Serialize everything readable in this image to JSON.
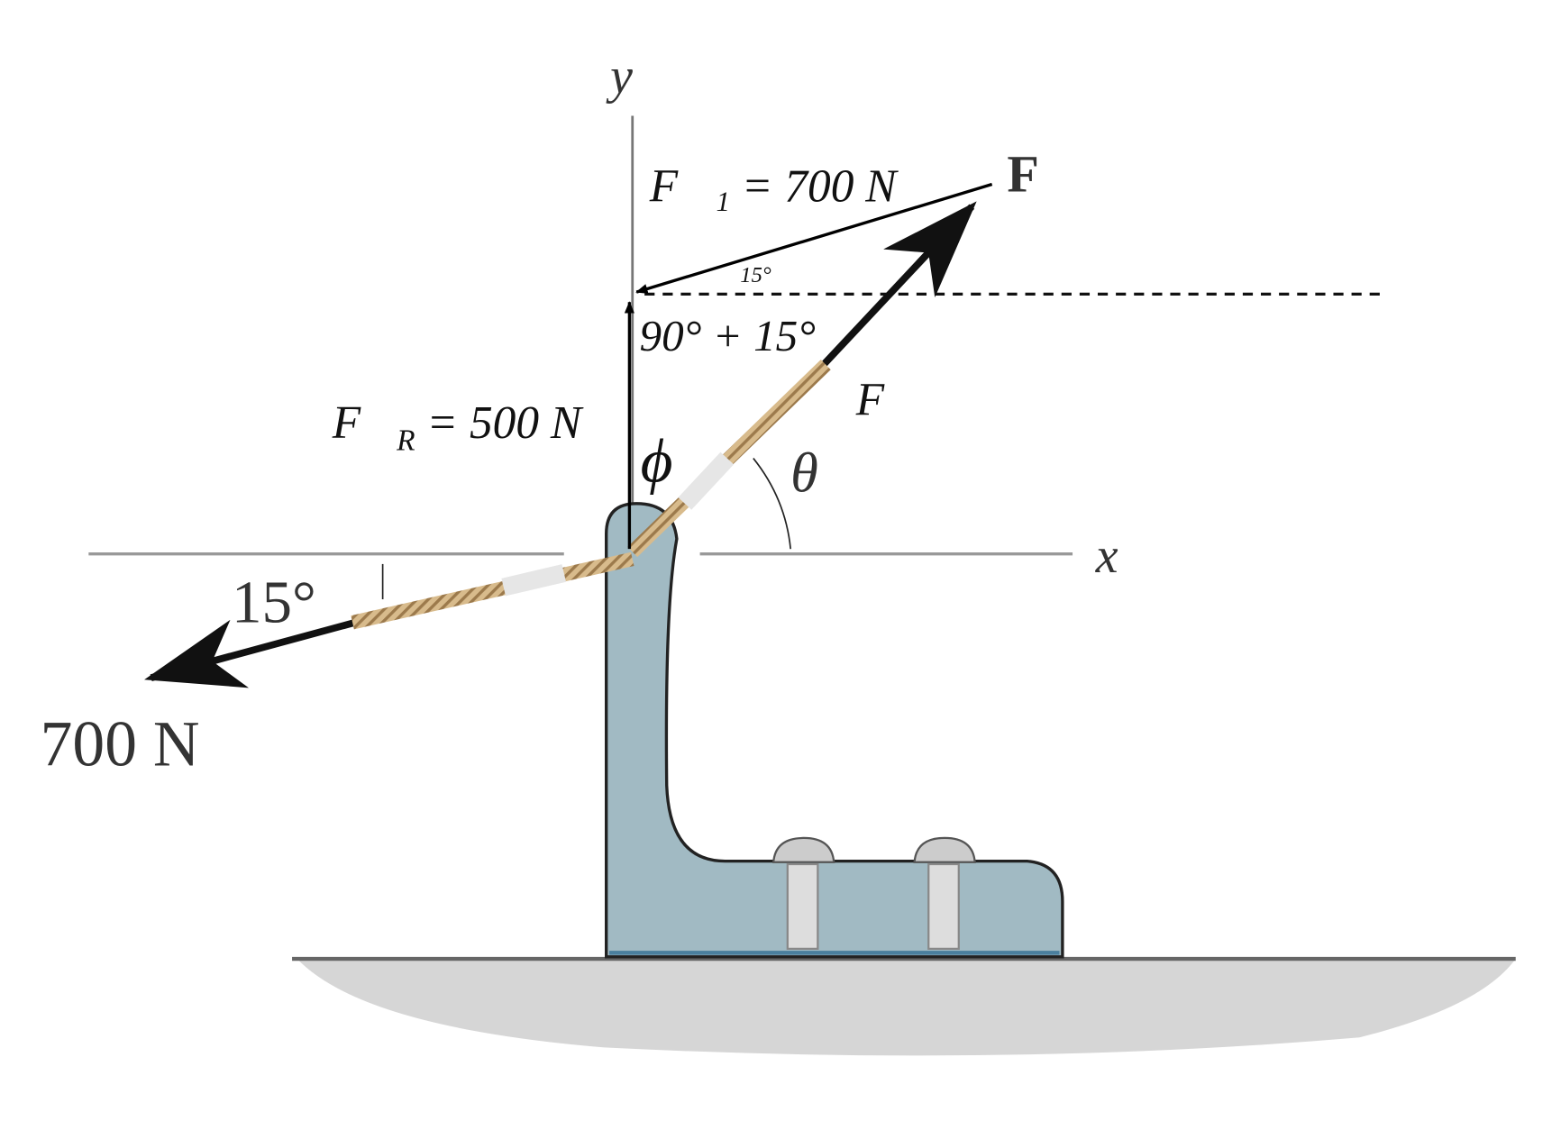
{
  "axes": {
    "x_label": "x",
    "y_label": "y"
  },
  "labels": {
    "f1": "F⃗₁ = 700 N",
    "f1_angle": "15°",
    "angle_sum": "90° + 15°",
    "f": "F⃗",
    "fr": "F⃗",
    "fr_sub": "R",
    "fr_value": " = 500 N",
    "phi": "ϕ",
    "theta": "θ",
    "rope_angle": "15°",
    "rope_force": "700 N",
    "stray_f": "F"
  },
  "colors": {
    "bracket": "#a1bac3",
    "rope": "#c9a97a",
    "ground": "#d4d4d4"
  }
}
